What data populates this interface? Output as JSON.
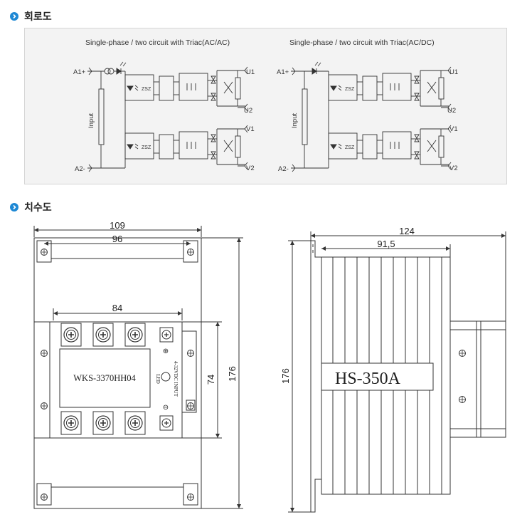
{
  "sections": {
    "circuit": {
      "title": "회로도"
    },
    "dimension": {
      "title": "치수도"
    }
  },
  "circuit_left": {
    "title": "Single-phase / two circuit  with Triac(AC/AC)",
    "a1": "A1+",
    "a2": "A2-",
    "input": "Input",
    "zsz": "ZSZ",
    "u1": "U1",
    "u2": "U2",
    "v1": "V1",
    "v2": "V2"
  },
  "circuit_right": {
    "title": "Single-phase / two circuit  with Triac(AC/DC)",
    "a1": "A1+",
    "a2": "A2-",
    "input": "Input",
    "zsz": "ZSZ",
    "u1": "U1",
    "u2": "U2",
    "v1": "V1",
    "v2": "V2"
  },
  "front_view": {
    "dim_width_total": "109",
    "dim_width_holes": "96",
    "dim_width_body": "84",
    "dim_height_body": "74",
    "dim_height_total": "176",
    "model": "WKS-3370HH04",
    "led": "LED",
    "input_range": "4-32VDC INPUT",
    "plus": "⊕",
    "minus": "⊖"
  },
  "side_view": {
    "dim_width_total": "124",
    "dim_width_fins": "91,5",
    "dim_height_total": "176",
    "label": "HS-350A"
  },
  "colors": {
    "bullet": "#1e88d4",
    "panel_bg": "#f3f3f3",
    "line": "#333333"
  }
}
